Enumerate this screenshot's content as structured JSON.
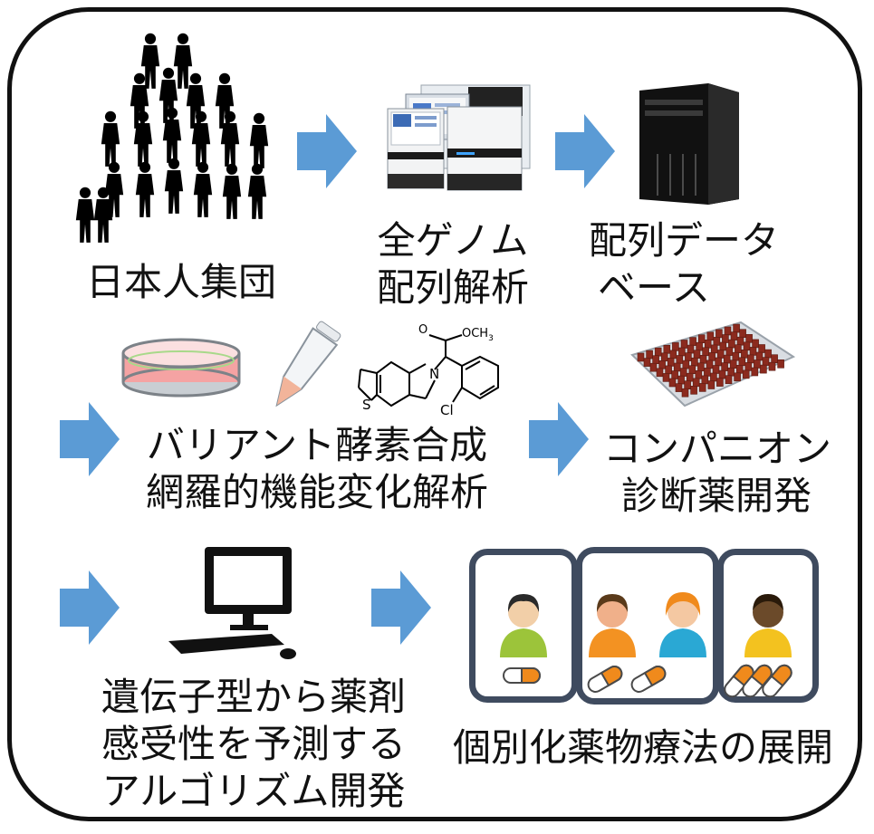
{
  "labels": {
    "population": "日本人集団",
    "sequencing": [
      "全ゲノム",
      "配列解析"
    ],
    "database": [
      "配列データ",
      "ベース"
    ],
    "variant": [
      "バリアント酵素合成",
      "網羅的機能変化解析"
    ],
    "companion": [
      "コンパニオン",
      "診断薬開発"
    ],
    "algorithm": [
      "遺伝子型から薬剤",
      "感受性を予測する",
      "アルゴリズム開発"
    ],
    "personalized": "個別化薬物療法の展開"
  },
  "molecule": {
    "ester_o": "O",
    "ester_group": "OCH",
    "ester_sub": "3",
    "nitrogen": "N",
    "sulfur": "S",
    "chlorine": "Cl"
  },
  "icons": {
    "people": "human-silhouettes-icon",
    "sequencer": "dna-sequencer-icon",
    "server": "server-tower-icon",
    "dish": "petri-dish-icon",
    "tube": "microcentrifuge-tube-icon",
    "plate": "microplate-icon",
    "computer": "desktop-computer-icon",
    "patients": "patient-avatar-icon",
    "pill": "capsule-icon"
  },
  "colors": {
    "arrow": "#5b9bd5",
    "frame": "#111111",
    "panel_border": "#3f4b5f",
    "pill_orange": "#f08a1c",
    "plate_red": "#8b2a1e",
    "dish_pink": "#f4a0a0"
  }
}
